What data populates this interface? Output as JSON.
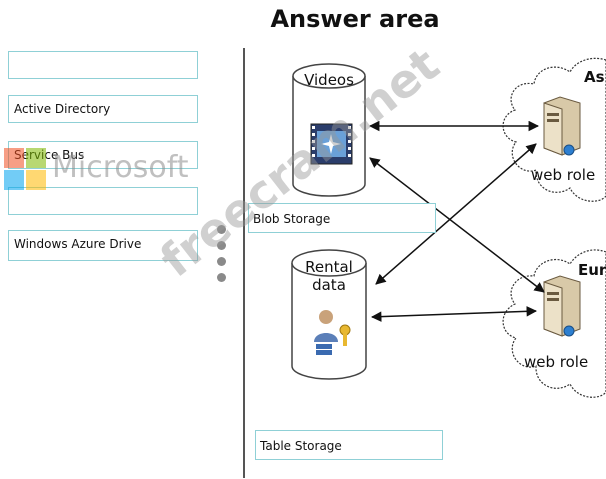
{
  "header": {
    "title": "Answer area"
  },
  "source_list": {
    "items": [
      {
        "label": ""
      },
      {
        "label": "Active Directory"
      },
      {
        "label": "Service Bus"
      },
      {
        "label": ""
      },
      {
        "label": "Windows Azure Drive"
      }
    ]
  },
  "answer_area": {
    "targets": [
      {
        "label": "Blob Storage"
      },
      {
        "label": "Table Storage"
      }
    ],
    "storage": [
      {
        "label": "Videos"
      },
      {
        "label_line1": "Rental",
        "label_line2": "data"
      }
    ],
    "regions": [
      {
        "label": "As",
        "role": "web role"
      },
      {
        "label": "Eur",
        "role": "web role"
      }
    ]
  },
  "watermarks": {
    "logo_text": "Microsoft",
    "site_text": "freecram.net"
  },
  "colors": {
    "box_border": "#8fd0d6",
    "arrow": "#111111",
    "watermark": "#969696"
  }
}
